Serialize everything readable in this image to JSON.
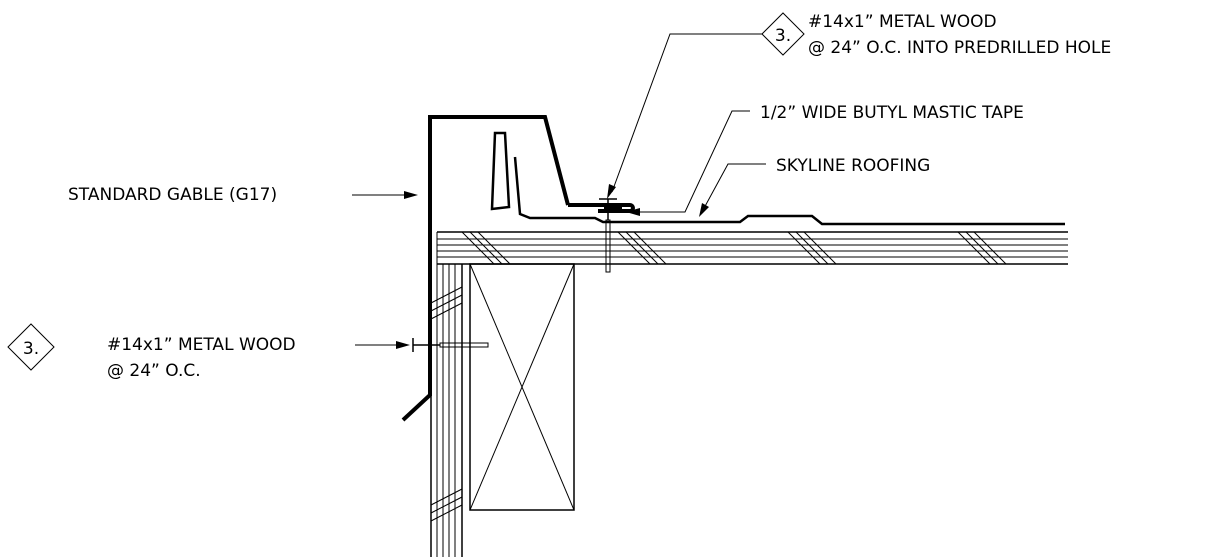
{
  "callouts": {
    "top_fastener": {
      "tag": "3.",
      "line1": "#14x1” METAL WOOD",
      "line2": "@ 24” O.C. INTO PREDRILLED HOLE"
    },
    "butyl_tape": "1/2” WIDE BUTYL MASTIC TAPE",
    "roofing": "SKYLINE ROOFING",
    "gable": "STANDARD GABLE (G17)",
    "side_fastener": {
      "tag": "3.",
      "line1": "#14x1” METAL WOOD",
      "line2": "@ 24” O.C."
    }
  },
  "colors": {
    "ink": "#000000",
    "background": "#ffffff"
  }
}
